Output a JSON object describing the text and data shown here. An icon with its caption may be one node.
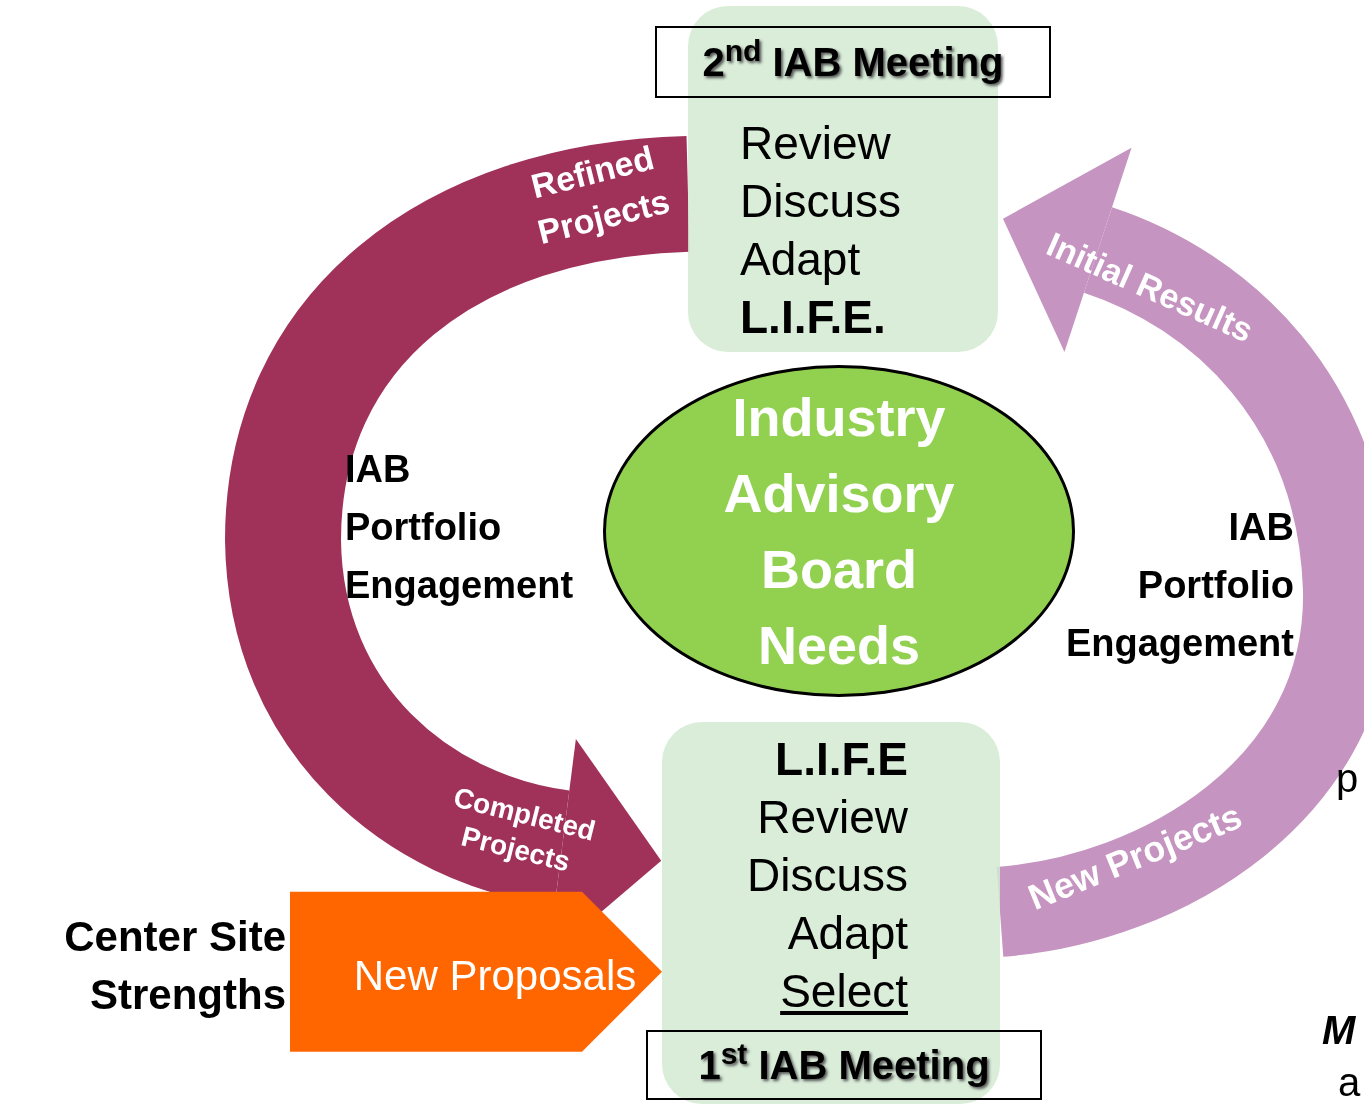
{
  "diagram": {
    "nodes": [
      {
        "text": [
          "2$^{nd}$ IAB Meeting"
        ]
      },
      {
        "text": [
          "Review Discuss Adapt **L.I.F.E.**"
        ]
      },
      {
        "text": [
          "Industry Advisory Board Needs"
        ]
      },
      {
        "text": [
          "**L.I.F.E** Review Discuss Adapt",
          "Select"
        ]
      },
      {
        "text": [
          "1$^{st}$ IAB Meeting"
        ]
      },
      {
        "text": [
          "Center Site Strengths"
        ]
      }
    ],
    "edges": [
      {
        "from": 1,
        "to": 3,
        "arrow": "to",
        "label": "Refined Projects",
        "color": "#a0325a"
      },
      {
        "from": 3,
        "to": 1,
        "arrow": "to",
        "label": "New Projects",
        "color": "#c594c0"
      },
      {
        "from": 5,
        "to": 3,
        "arrow": "to",
        "label": "New Proposals",
        "color": "#ff6600"
      }
    ],
    "labels": [
      "Completed Projects",
      "Initial Results",
      "IAB Portfolio Engagement",
      "IAB Portfolio Engagement",
      "p",
      "M",
      "a"
    ]
  }
}
